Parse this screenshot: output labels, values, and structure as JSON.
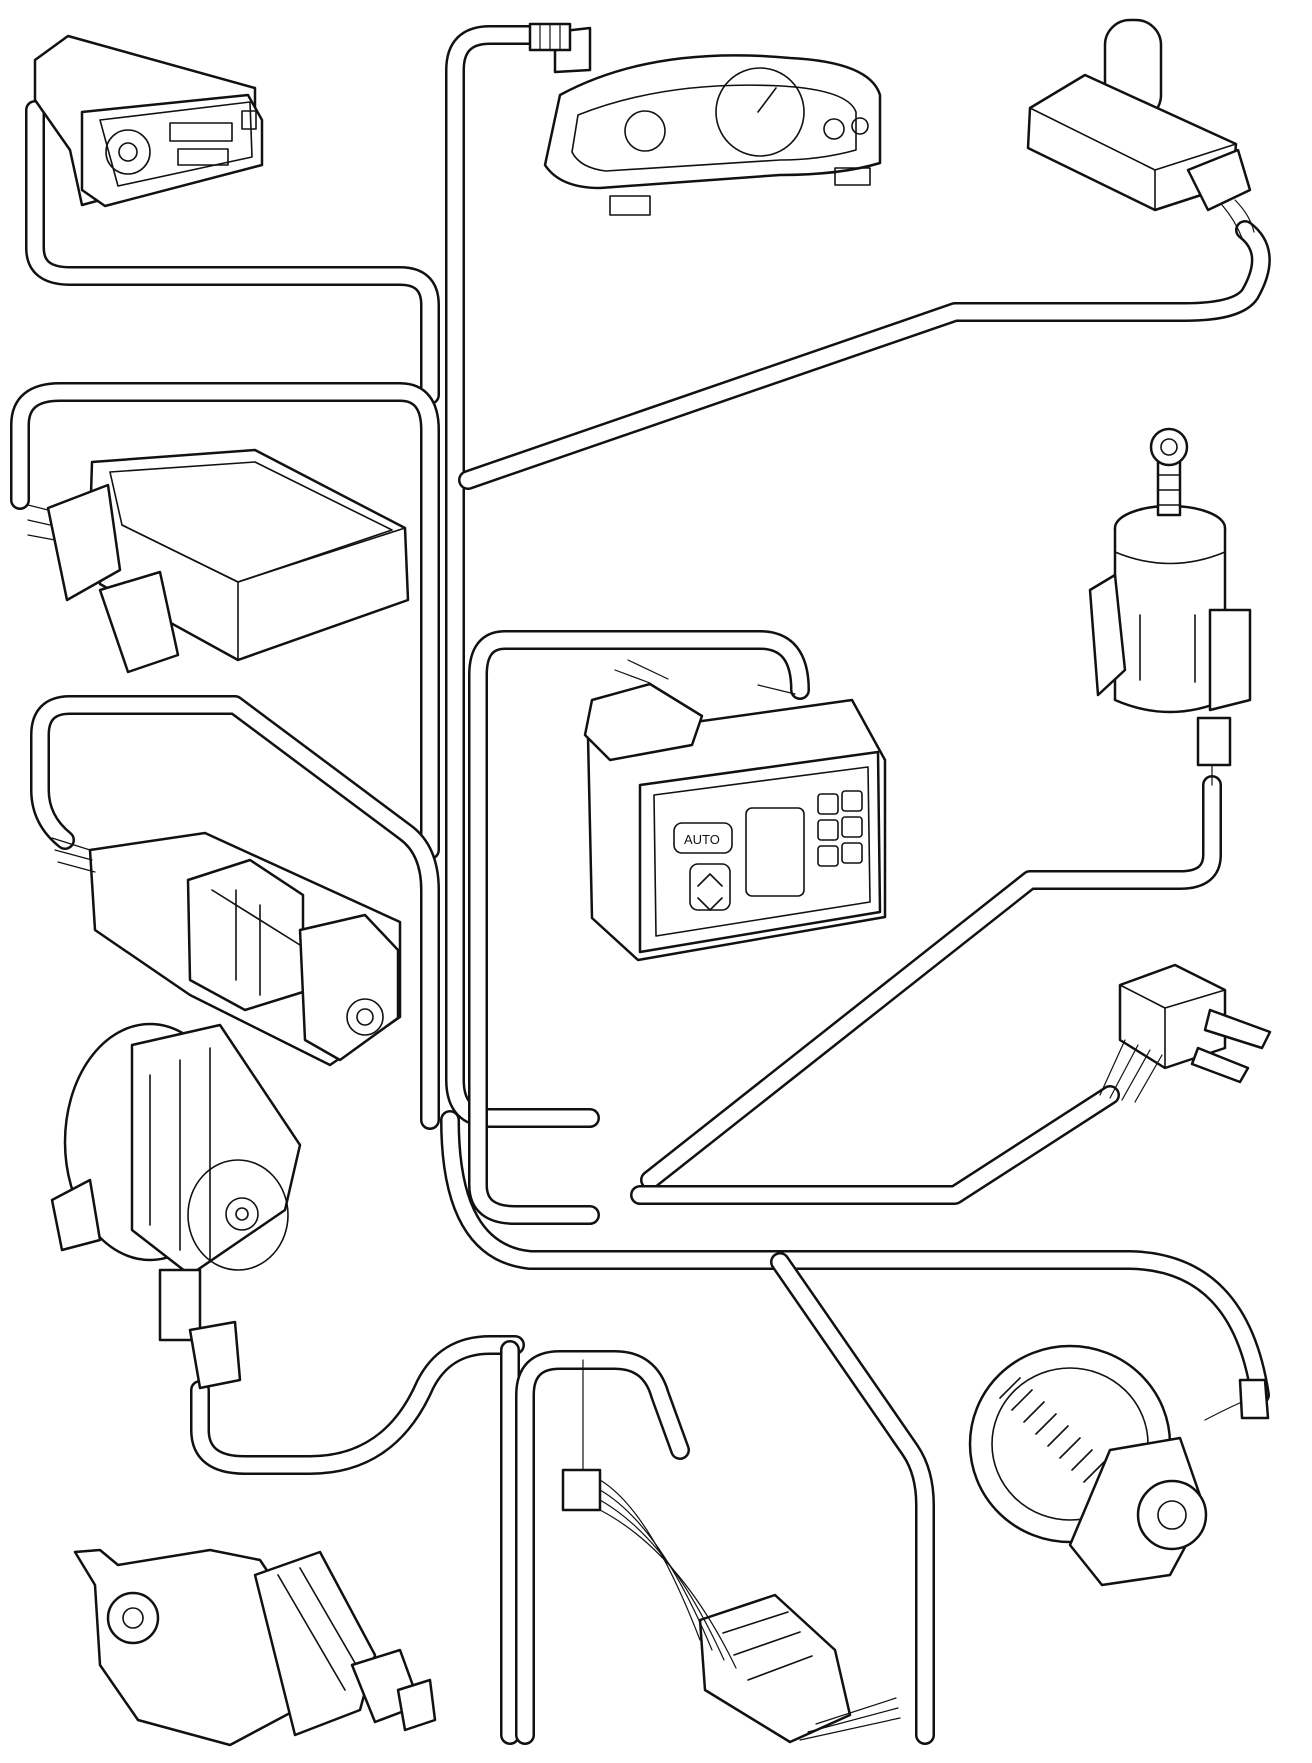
{
  "diagram": {
    "components": [
      {
        "id": "radio-display-unit",
        "icon": "radio-display-icon"
      },
      {
        "id": "instrument-cluster",
        "icon": "instrument-cluster-icon"
      },
      {
        "id": "sensor-module",
        "icon": "sensor-module-icon"
      },
      {
        "id": "control-module",
        "icon": "control-module-icon"
      },
      {
        "id": "switch-assembly",
        "icon": "switch-assembly-icon"
      },
      {
        "id": "climate-control-panel",
        "icon": "climate-control-panel-icon"
      },
      {
        "id": "ignition-switch",
        "icon": "ignition-switch-icon"
      },
      {
        "id": "relay-connector",
        "icon": "relay-connector-icon"
      },
      {
        "id": "actuator-motor-1",
        "icon": "actuator-motor-icon"
      },
      {
        "id": "blower-motor",
        "icon": "blower-motor-icon"
      },
      {
        "id": "actuator-motor-2",
        "icon": "actuator-motor-icon"
      },
      {
        "id": "temperature-sensor-connector",
        "icon": "temperature-sensor-icon"
      }
    ],
    "panel_text": {
      "auto_button": "AUTO"
    },
    "colors": {
      "line": "#111111",
      "background": "#ffffff"
    }
  }
}
